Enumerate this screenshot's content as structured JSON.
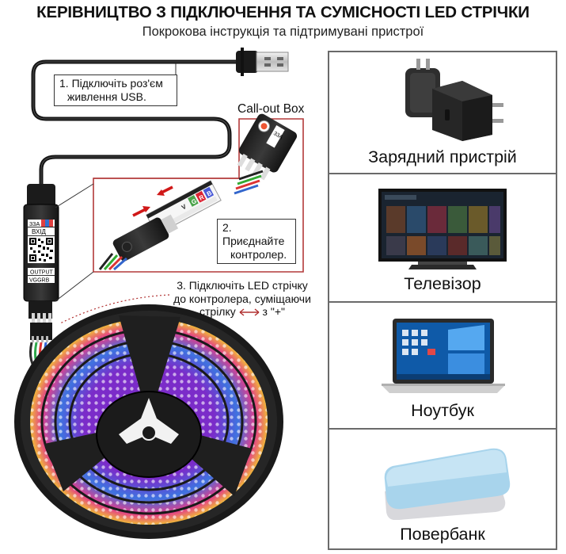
{
  "header": {
    "title": "КЕРІВНИЦТВО З ПІДКЛЮЧЕННЯ ТА СУМІСНОСТІ LED СТРІЧКИ",
    "subtitle": "Покрокова інструкція та підтримувані пристрої"
  },
  "diagram": {
    "callout_label": "Call-out Box",
    "step1": {
      "line1": "1. Підключіть роз'єм",
      "line2": "живлення USB."
    },
    "step2": {
      "line1": "2. Приєднайте",
      "line2": "контролер."
    },
    "step3": {
      "line1": "3. Підключіть LED стрічку",
      "line2": "до контролера, суміщаючи",
      "line3_prefix": "стрілку",
      "line3_suffix": "з \"+\""
    },
    "controller": {
      "top_label": "33A",
      "input_label": "ВХІД",
      "output_label": "OUTPUT",
      "pins_label": "VGGRB"
    },
    "callout_pins": [
      "V",
      "G",
      "R",
      "B"
    ],
    "colors": {
      "outline_red": "#c0392b",
      "cable": "#1a1a1a",
      "arrow_red": "#d01818"
    }
  },
  "devices": [
    {
      "label": "Зарядний пристрій",
      "icon": "charger-icon"
    },
    {
      "label": "Телевізор",
      "icon": "tv-icon"
    },
    {
      "label": "Ноутбук",
      "icon": "laptop-icon"
    },
    {
      "label": "Повербанк",
      "icon": "powerbank-icon"
    }
  ]
}
